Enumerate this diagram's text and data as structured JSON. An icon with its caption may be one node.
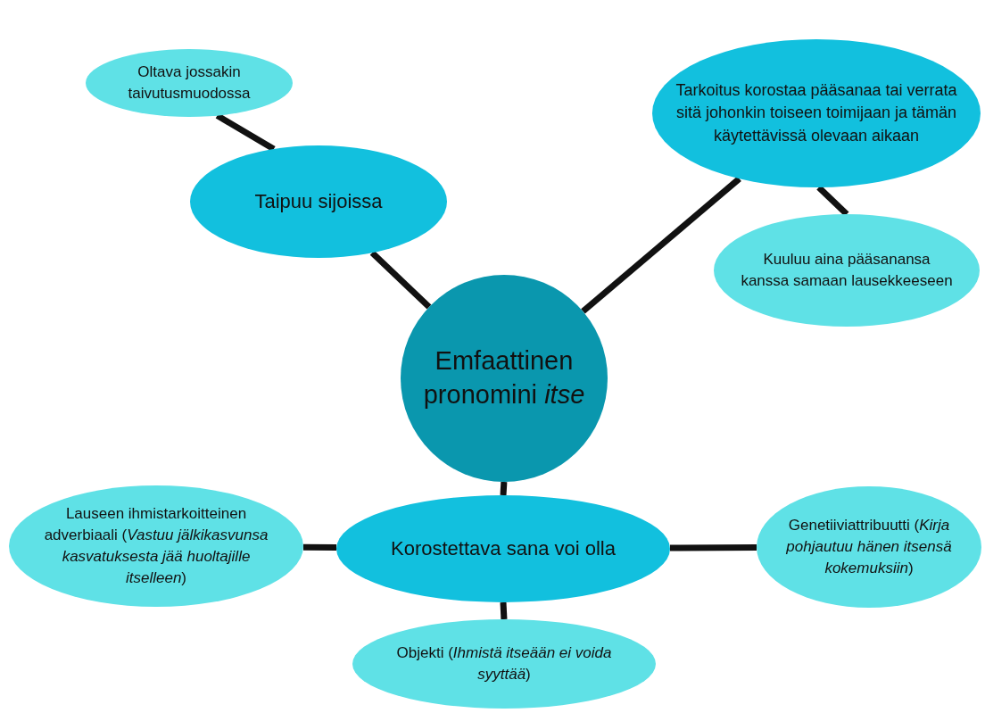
{
  "diagram": {
    "nodes": [
      {
        "text": [
          "Emfaattinen pronomini *itse*"
        ]
      },
      {
        "text": [
          "Taipuu sijoissa"
        ]
      },
      {
        "text": [
          "Oltava jossakin taivutusmuodossa"
        ]
      },
      {
        "text": [
          "Tarkoitus korostaa pääsanaa tai verrata sitä johonkin toiseen toimijaan ja tämän käytettävissä olevaan aikaan"
        ]
      },
      {
        "text": [
          "Kuuluu aina pääsanansa kanssa samaan lausekkeeseen"
        ]
      },
      {
        "text": [
          "Korostettava sana voi olla"
        ]
      },
      {
        "text": [
          "Lauseen ihmistarkoitteinen adverbiaali (*Vastuu jälkikasvunsa kasvatuksesta jää huoltajille itselleen*)"
        ]
      },
      {
        "text": [
          "Genetiiviattribuutti (*Kirja pohjautuu hänen itsensä kokemuksiin*)"
        ]
      },
      {
        "text": [
          "Objekti (*Ihmistä itseään ei voida syyttää*)"
        ]
      }
    ],
    "edges": [
      {
        "from": 0,
        "to": 1,
        "arrow": "none"
      },
      {
        "from": 1,
        "to": 2,
        "arrow": "none"
      },
      {
        "from": 0,
        "to": 3,
        "arrow": "none"
      },
      {
        "from": 3,
        "to": 4,
        "arrow": "none"
      },
      {
        "from": 0,
        "to": 5,
        "arrow": "none"
      },
      {
        "from": 5,
        "to": 6,
        "arrow": "none"
      },
      {
        "from": 5,
        "to": 7,
        "arrow": "none"
      },
      {
        "from": 5,
        "to": 8,
        "arrow": "none"
      }
    ]
  }
}
